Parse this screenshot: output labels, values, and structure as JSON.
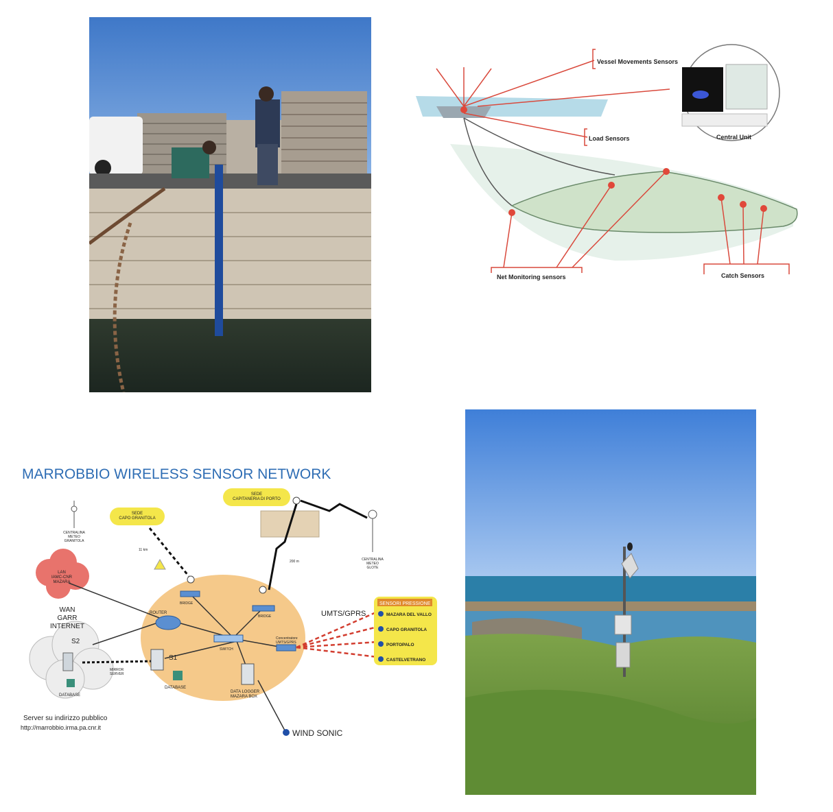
{
  "net_diagram": {
    "labels": {
      "vessel": "Vessel Movements Sensors",
      "load": "Load Sensors",
      "central": "Central Unit",
      "net": "Net Monitoring sensors",
      "catch": "Catch Sensors"
    }
  },
  "network": {
    "title": "MARROBBIO WIRELESS SENSOR NETWORK",
    "sede_granitola": "SEDE\nCAPO GRANITOLA",
    "sede_capitaneria": "SEDE\nCAPITANERIA DI PORTO",
    "lan_label": "LAN\nIAMC-CNR\nMAZARA",
    "wan_label": "WAN\nGARR\nINTERNET",
    "centralina_left": "CENTRALINA\nMETEO\nGRANITOLA",
    "centralina_right": "CENTRALINA\nMETEO\nGLOTE",
    "km_label": "11 km",
    "m_label": "200 m",
    "router": "ROUTER",
    "bridge_left": "BRIDGE",
    "bridge_right": "BRIDGE",
    "switch": "SWITCH",
    "concentrator": "Concentratore\nUMTS/GPRS",
    "s1": "S1",
    "s2": "S2",
    "database1": "DATABASE",
    "database2": "DATABASE",
    "datalogger": "DATA LOGGER\nMAZARA BOX",
    "mirror": "MIRROR\nSERVER",
    "umts": "UMTS/GPRS",
    "wind": "WIND SONIC",
    "server_note": "Server su indirizzo pubblico",
    "server_url": "http://marrobbio.irma.pa.cnr.it",
    "pressure_title": "SENSORI PRESSIONE",
    "pressure_sites": [
      "MAZARA DEL VALLO",
      "CAPO GRANITOLA",
      "PORTOPALO",
      "CASTELVETRANO"
    ],
    "colors": {
      "title": "#2e6db4",
      "cloud_lan": "#e8736c",
      "ellipse": "#f5c98a",
      "yellow": "#f4e64a"
    }
  }
}
